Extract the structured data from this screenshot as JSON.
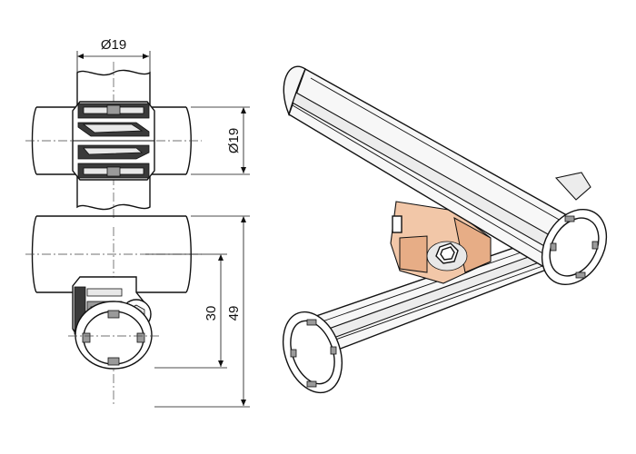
{
  "dimensions": {
    "top_width": "Ø19",
    "side_diameter": "Ø19",
    "height_inner": "30",
    "height_outer": "49"
  },
  "colors": {
    "connector_bronze": "#f2c7a8",
    "connector_bronze_shade": "#e7ad86",
    "line": "#111111"
  }
}
